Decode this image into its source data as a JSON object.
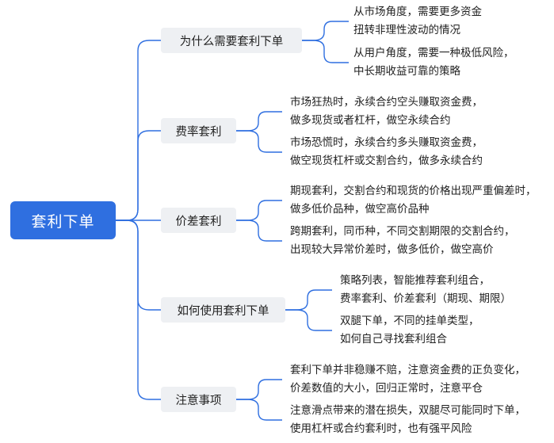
{
  "root": {
    "label": "套利下单"
  },
  "branches": [
    {
      "label": "为什么需要套利下单",
      "leaves": [
        {
          "line1": "从市场角度，需要更多资金",
          "line2": "扭转非理性波动的情况"
        },
        {
          "line1": "从用户角度，需要一种极低风险，",
          "line2": "中长期收益可靠的策略"
        }
      ]
    },
    {
      "label": "费率套利",
      "leaves": [
        {
          "line1": "市场狂热时，永续合约空头赚取资金费，",
          "line2": "做多现货或者杠杆，做空永续合约"
        },
        {
          "line1": "市场恐慌时，永续合约多头赚取资金费，",
          "line2": "做空现货杠杆或交割合约，做多永续合约"
        }
      ]
    },
    {
      "label": "价差套利",
      "leaves": [
        {
          "line1": "期现套利，交割合约和现货的价格出现严重偏差时，",
          "line2": "做多低价品种，做空高价品种"
        },
        {
          "line1": "跨期套利，同币种，不同交割期限的交割合约，",
          "line2": "出现较大异常价差时，做多低价，做空高价"
        }
      ]
    },
    {
      "label": "如何使用套利下单",
      "leaves": [
        {
          "line1": "策略列表，智能推荐套利组合，",
          "line2": "费率套利、价差套利（期现、期限）"
        },
        {
          "line1": "双腿下单，不同的挂单类型，",
          "line2": "如何自己寻找套利组合"
        }
      ]
    },
    {
      "label": "注意事项",
      "leaves": [
        {
          "line1": "套利下单并非稳赚不赔，注意资金费的正负变化，",
          "line2": "价差数值的大小，回归正常时，注意平仓"
        },
        {
          "line1": "注意滑点带来的潜在损失，双腿尽可能同时下单，",
          "line2": "使用杠杆或合约套利时，也有强平风险"
        }
      ]
    }
  ],
  "colors": {
    "root_fill": "#2f6fe0",
    "branch_fill": "#eef0f3",
    "connector": "#2f6fe0"
  }
}
